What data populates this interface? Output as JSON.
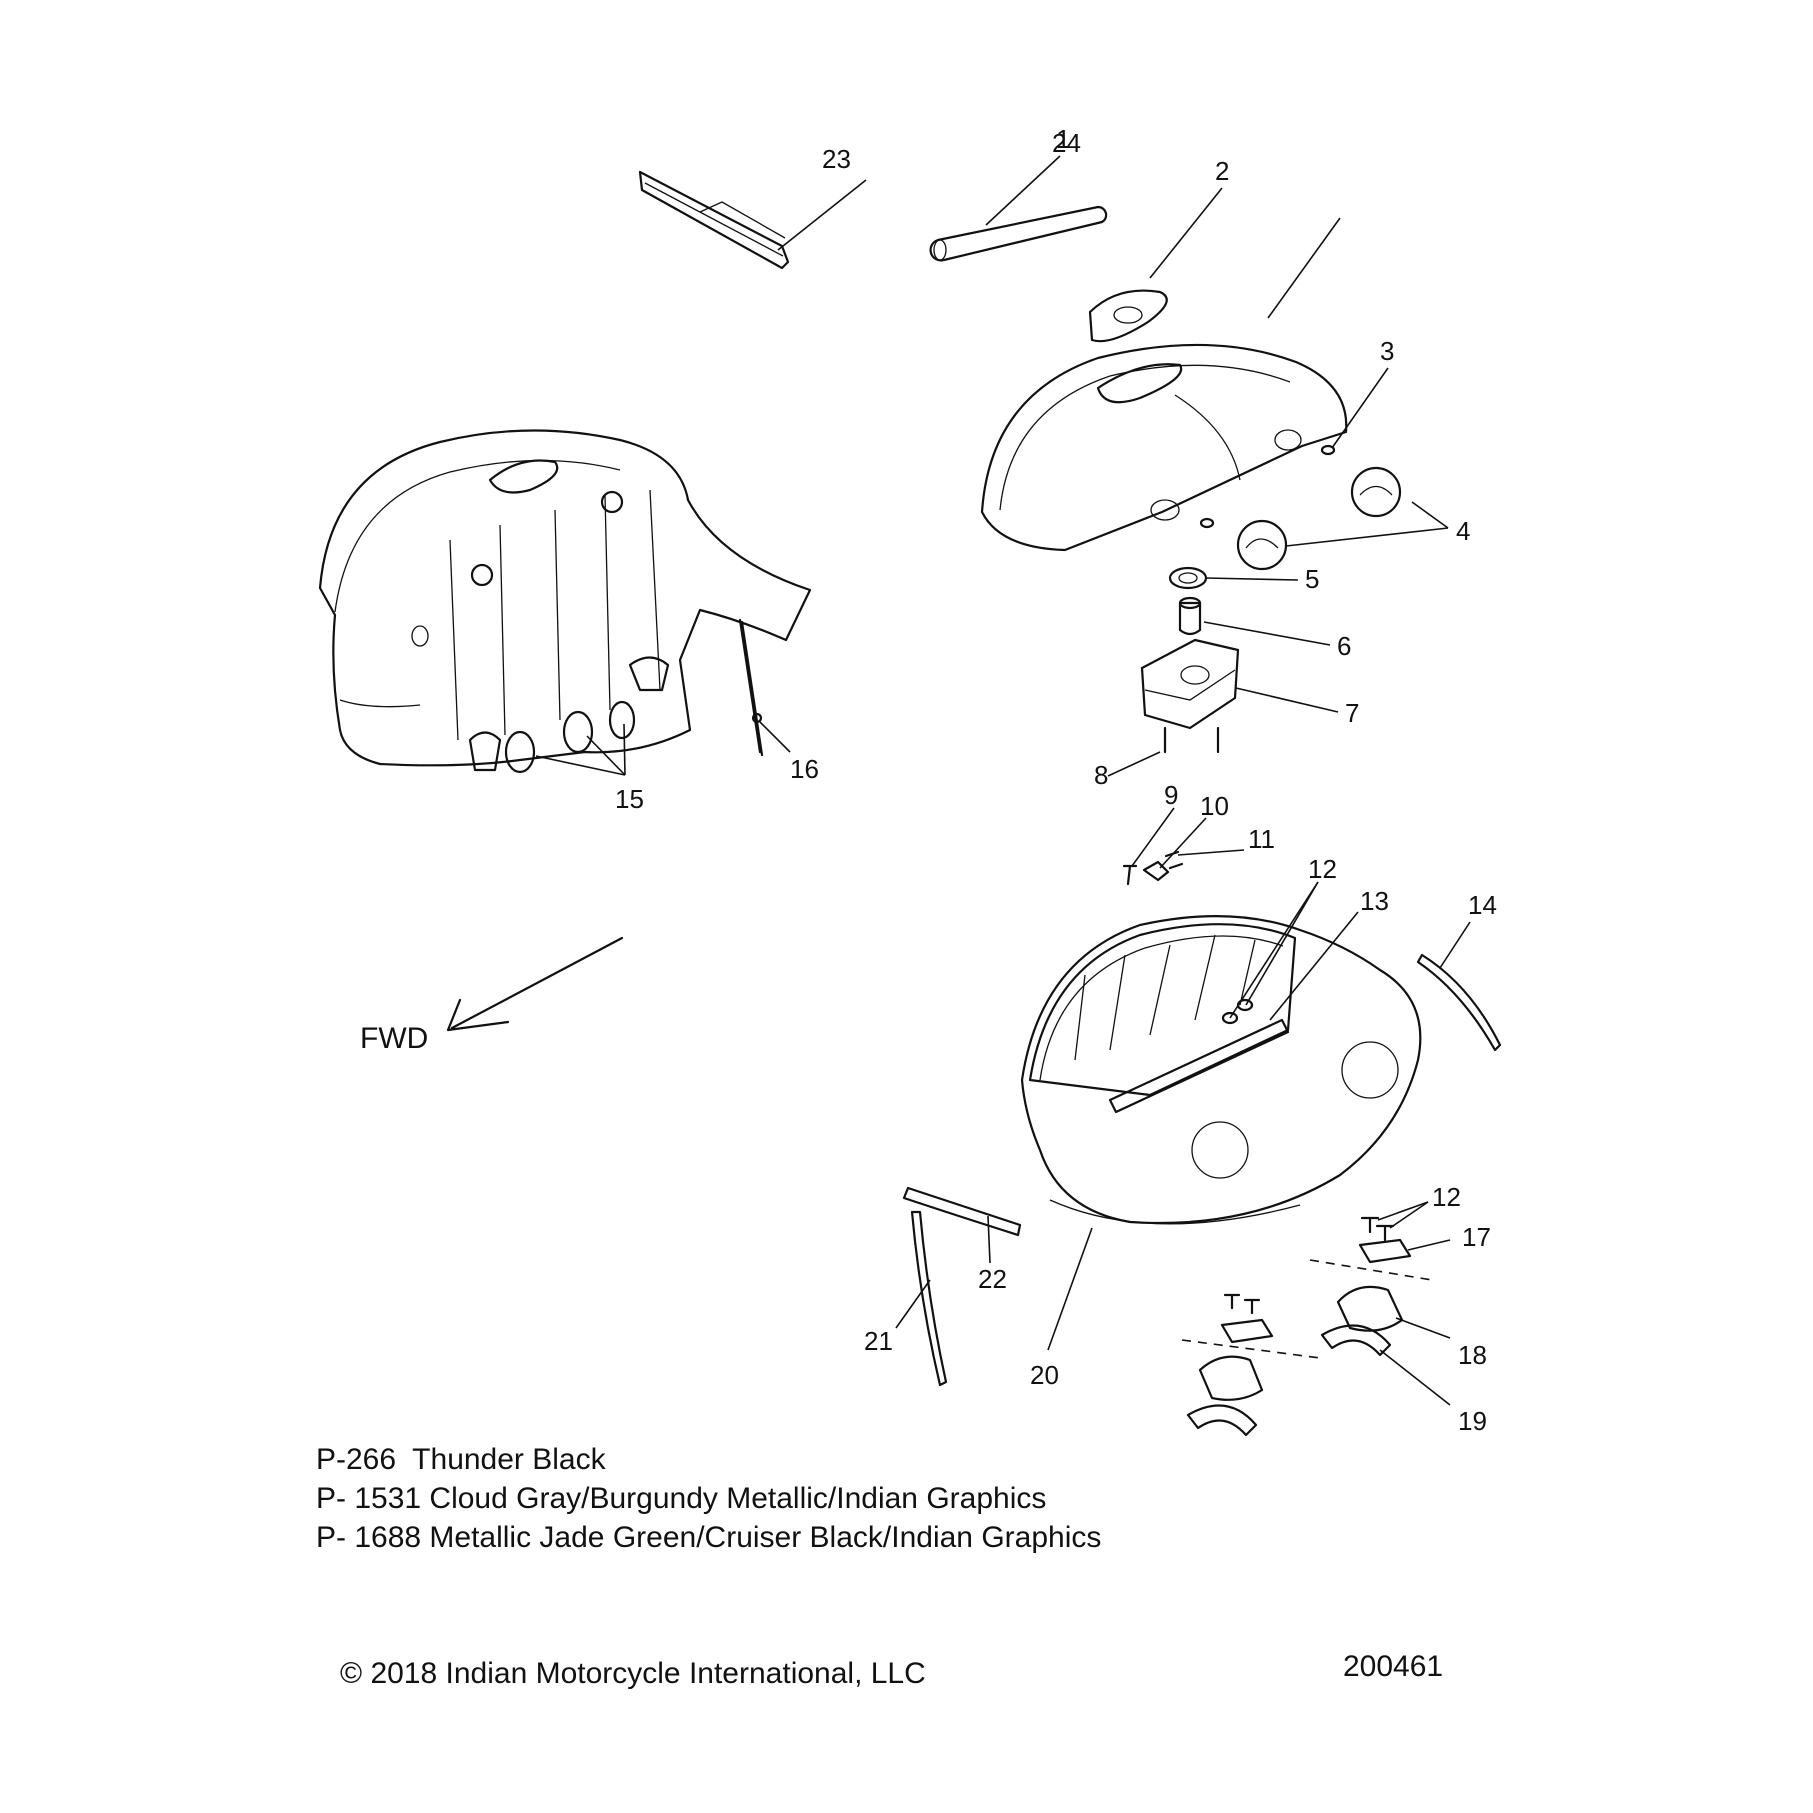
{
  "callouts": [
    "1",
    "2",
    "3",
    "4",
    "5",
    "6",
    "7",
    "8",
    "9",
    "10",
    "11",
    "12",
    "13",
    "14",
    "15",
    "16",
    "17",
    "18",
    "19",
    "20",
    "21",
    "22",
    "23",
    "24",
    "12"
  ],
  "direction_label": "FWD",
  "paint_codes": [
    "P-266  Thunder Black",
    "P- 1531 Cloud Gray/Burgundy Metallic/Indian Graphics",
    "P- 1688 Metallic Jade Green/Cruiser Black/Indian Graphics"
  ],
  "copyright": "© 2018 Indian Motorcycle International, LLC",
  "drawing_number": "200461"
}
